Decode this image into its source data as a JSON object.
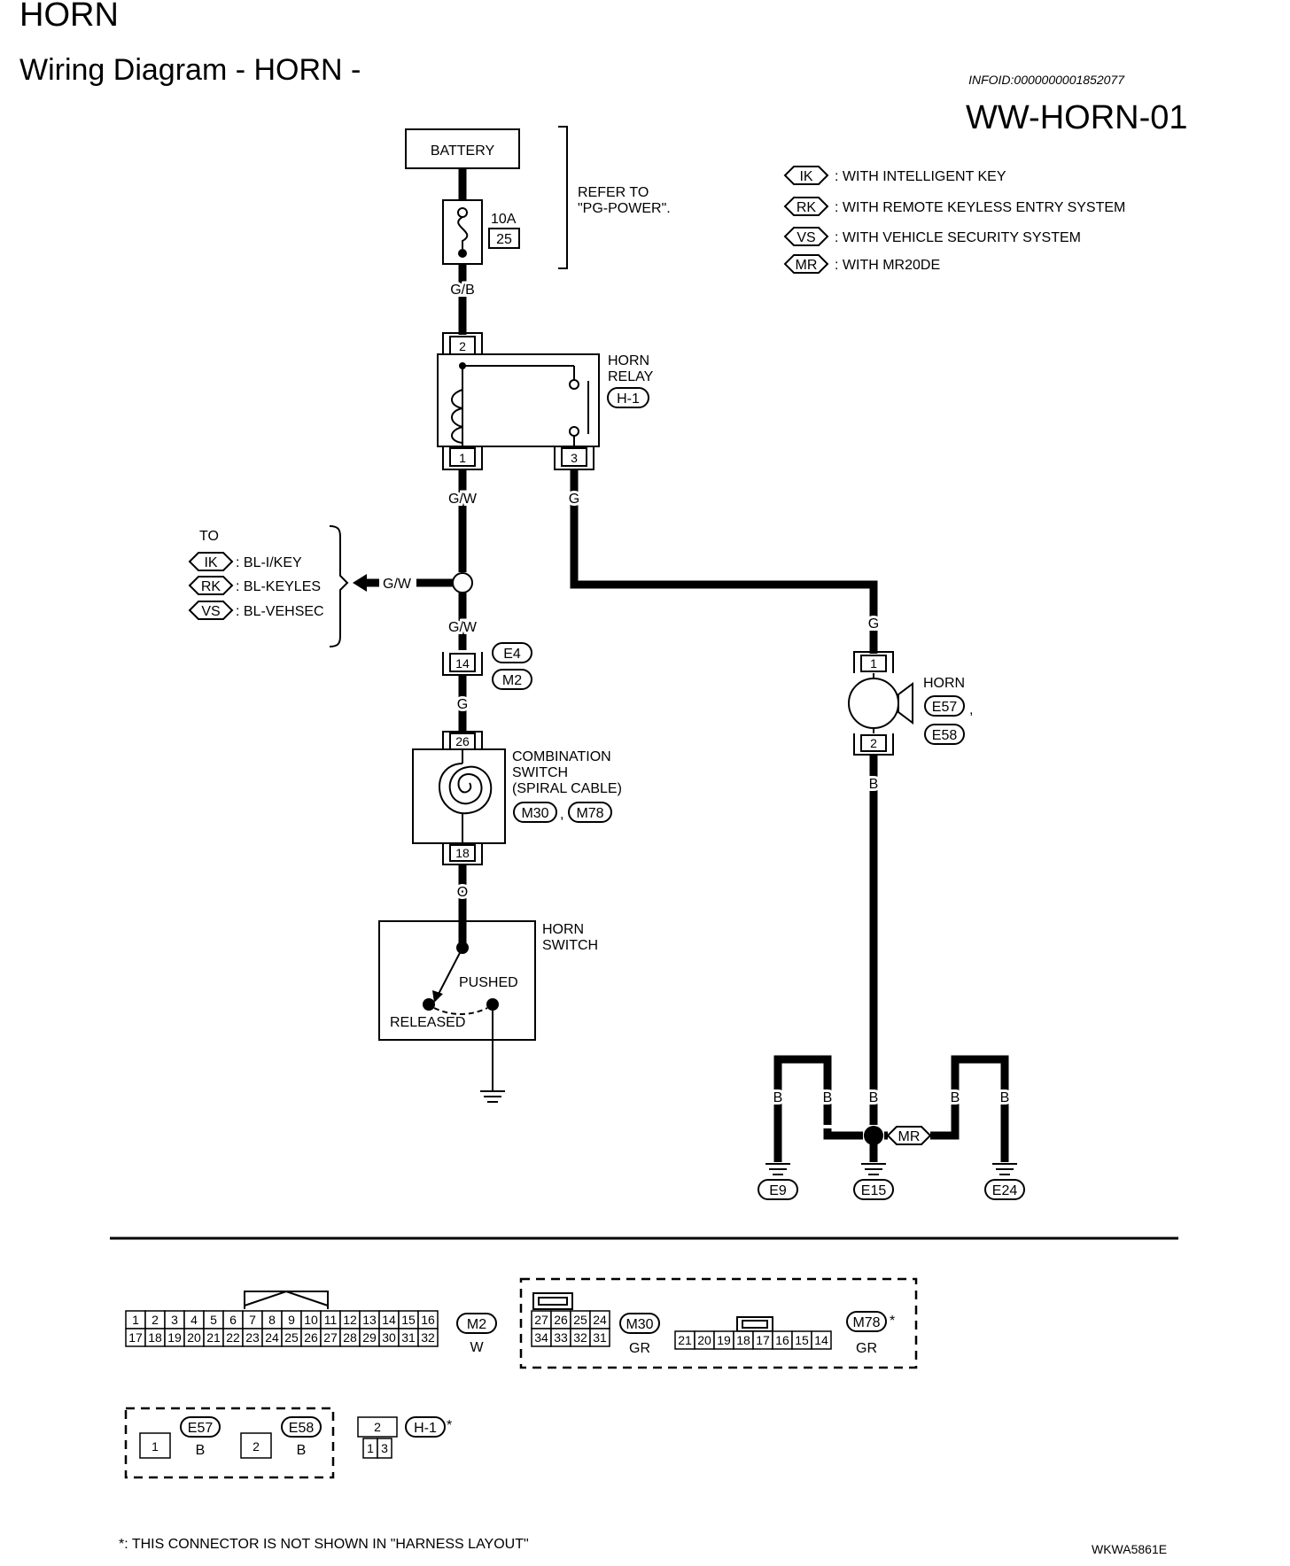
{
  "header": {
    "title": "HORN",
    "subtitle": "Wiring Diagram - HORN -",
    "info_id": "INFOID:0000000001852077",
    "diagram_code": "WW-HORN-01"
  },
  "legend": [
    {
      "tag": "IK",
      "text": ": WITH INTELLIGENT KEY"
    },
    {
      "tag": "RK",
      "text": ": WITH REMOTE KEYLESS ENTRY SYSTEM"
    },
    {
      "tag": "VS",
      "text": ": WITH VEHICLE SECURITY SYSTEM"
    },
    {
      "tag": "MR",
      "text": ": WITH MR20DE"
    }
  ],
  "battery": {
    "label": "BATTERY",
    "fuse_amp": "10A",
    "fuse_no": "25",
    "refer": [
      "REFER TO",
      "\"PG-POWER\"."
    ]
  },
  "horn_relay": {
    "name": [
      "HORN",
      "RELAY"
    ],
    "connector": "H-1",
    "pins": {
      "top": "2",
      "left": "1",
      "right": "3"
    }
  },
  "to_block": {
    "heading": "TO",
    "items": [
      {
        "tag": "IK",
        "text": ": BL-I/KEY"
      },
      {
        "tag": "RK",
        "text": ": BL-KEYLES"
      },
      {
        "tag": "VS",
        "text": ": BL-VEHSEC"
      }
    ]
  },
  "joint_connector": {
    "pin": "14",
    "connectors": [
      "E4",
      "M2"
    ]
  },
  "combination_switch": {
    "name": [
      "COMBINATION",
      "SWITCH",
      "(SPIRAL CABLE)"
    ],
    "connectors": [
      "M30",
      "M78"
    ],
    "pins": {
      "top": "26",
      "bottom": "18"
    }
  },
  "horn_switch": {
    "name": [
      "HORN",
      "SWITCH"
    ],
    "pushed": "PUSHED",
    "released": "RELEASED"
  },
  "horn": {
    "name": "HORN",
    "connectors": [
      "E57",
      "E58"
    ],
    "pins": {
      "top": "1",
      "bottom": "2"
    }
  },
  "wire_colors": {
    "battery_to_relay": "G/B",
    "relay_pin1": "G/W",
    "splice_branch": "G/W",
    "splice_down": "G/W",
    "relay_pin3": "G",
    "horn_top": "G",
    "joint_down": "G",
    "switch_down": "O",
    "horn_bottom": "B"
  },
  "grounds": {
    "labels": [
      "E9",
      "E15",
      "E24"
    ],
    "wire_color": "B",
    "mr_tag": "MR"
  },
  "connector_faces": {
    "m2": {
      "name": "M2",
      "color": "W",
      "row1": [
        "1",
        "2",
        "3",
        "4",
        "5",
        "6",
        "7",
        "8",
        "9",
        "10",
        "11",
        "12",
        "13",
        "14",
        "15",
        "16"
      ],
      "row2": [
        "17",
        "18",
        "19",
        "20",
        "21",
        "22",
        "23",
        "24",
        "25",
        "26",
        "27",
        "28",
        "29",
        "30",
        "31",
        "32"
      ]
    },
    "m30": {
      "name": "M30",
      "color": "GR",
      "row1": [
        "27",
        "26",
        "25",
        "24"
      ],
      "row2": [
        "34",
        "33",
        "32",
        "31"
      ]
    },
    "m78": {
      "name": "M78",
      "color": "GR",
      "row": [
        "21",
        "20",
        "19",
        "18",
        "17",
        "16",
        "15",
        "14"
      ],
      "star": "*"
    },
    "e57": {
      "name": "E57",
      "color": "B",
      "pin": "1"
    },
    "e58": {
      "name": "E58",
      "color": "B",
      "pin": "2"
    },
    "h1": {
      "name": "H-1",
      "top": "2",
      "bottom": [
        "1",
        "3"
      ],
      "star": "*"
    }
  },
  "footer": {
    "note": "*: THIS CONNECTOR IS NOT SHOWN IN \"HARNESS LAYOUT\"",
    "code": "WKWA5861E"
  }
}
